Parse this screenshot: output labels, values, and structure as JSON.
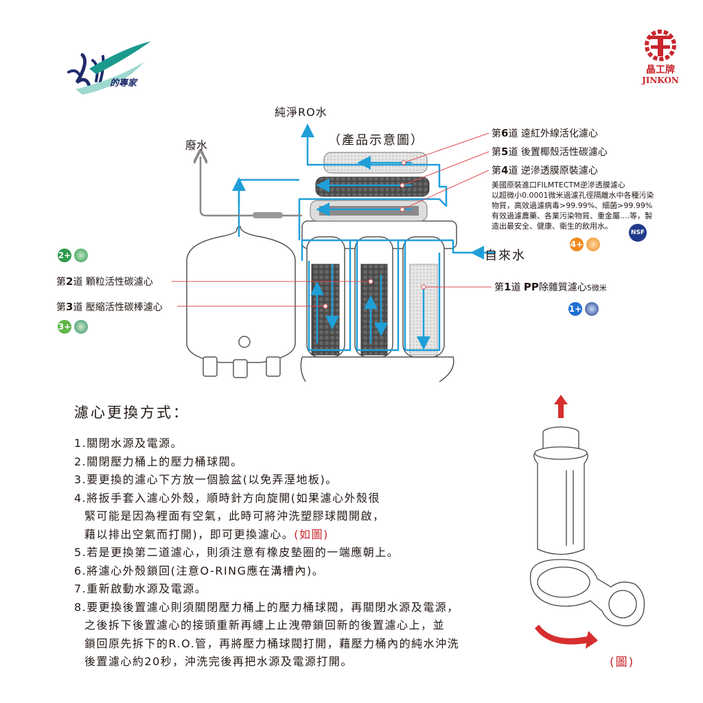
{
  "brand": {
    "water_logo_text": "的專家",
    "jinkon_cn": "晶工牌",
    "jinkon_en": "JINKON"
  },
  "diagram": {
    "pure_water": "純淨RO水",
    "waste_water": "廢水",
    "caption": "（產品示意圖）",
    "tap_water": "自來水",
    "stage6": {
      "pre": "第",
      "num": "6",
      "mid": "道 ",
      "text": "遠紅外線活化濾心"
    },
    "stage5": {
      "pre": "第",
      "num": "5",
      "mid": "道 ",
      "text": "後置椰殼活性碳濾心"
    },
    "stage4": {
      "pre": "第",
      "num": "4",
      "mid": "道 ",
      "text": "逆滲透膜原裝濾心"
    },
    "stage4_desc": [
      "美國原裝進口FILMTECTM逆滲透膜濾心",
      "以超微小0.0001微米過濾孔徑隔離水中各種污染",
      "物質，高效過濾病毒>99.99%、細菌>99.99%",
      "有效過濾農藥、各業污染物質、重金屬....等，製",
      "造出最安全、健康、衛生的飲用水。"
    ],
    "nsf": "NSF",
    "stage2": {
      "pre": "第",
      "num": "2",
      "mid": "道 ",
      "text": "顆粒活性碳濾心"
    },
    "stage3": {
      "pre": "第",
      "num": "3",
      "mid": "道 ",
      "text": "壓縮活性碳棒濾心"
    },
    "stage1": {
      "pre": "第",
      "num": "1",
      "mid": "道 ",
      "text": "PP",
      "text2": "除雜質濾心",
      "small": "5微米"
    },
    "badges": {
      "b1": "1+",
      "b2": "2+",
      "b3": "3+",
      "b4": "4+"
    }
  },
  "instructions": {
    "title": "濾心更換方式：",
    "lines": [
      "1.關閉水源及電源。",
      "2.關閉壓力桶上的壓力桶球閥。",
      "3.要更換的濾心下方放一個臉盆(以免弄溼地板)。",
      "4.將扳手套入濾心外殼，順時針方向旋開(如果濾心外殼很",
      "緊可能是因為裡面有空氣，此時可將沖洗塑膠球閥開啟，",
      "藉以排出空氣而打開)，即可更換濾心。",
      "5.若是更換第二道濾心，則須注意有橡皮墊圈的一端應朝上。",
      "6.將濾心外殼鎖回(注意O-RING應在溝槽內)。",
      "7.重新啟動水源及電源。",
      "8.要更換後置濾心則須關閉壓力桶上的壓力桶球閥，再關閉水源及電源，",
      "之後拆下後置濾心的接頭重新再纏上止洩帶鎖回新的後置濾心上，並",
      "鎖回原先拆下的R.O.管，再將壓力桶球閥打開，藉壓力桶內的純水沖洗",
      "後置濾心約20秒，沖洗完後再把水源及電源打開。"
    ],
    "see_figure": "(如圖)",
    "figure_caption": "(圖)"
  },
  "colors": {
    "flow": "#1f9fd8",
    "red": "#c9252c",
    "teal": "#1a9a8c",
    "text": "#231815"
  }
}
